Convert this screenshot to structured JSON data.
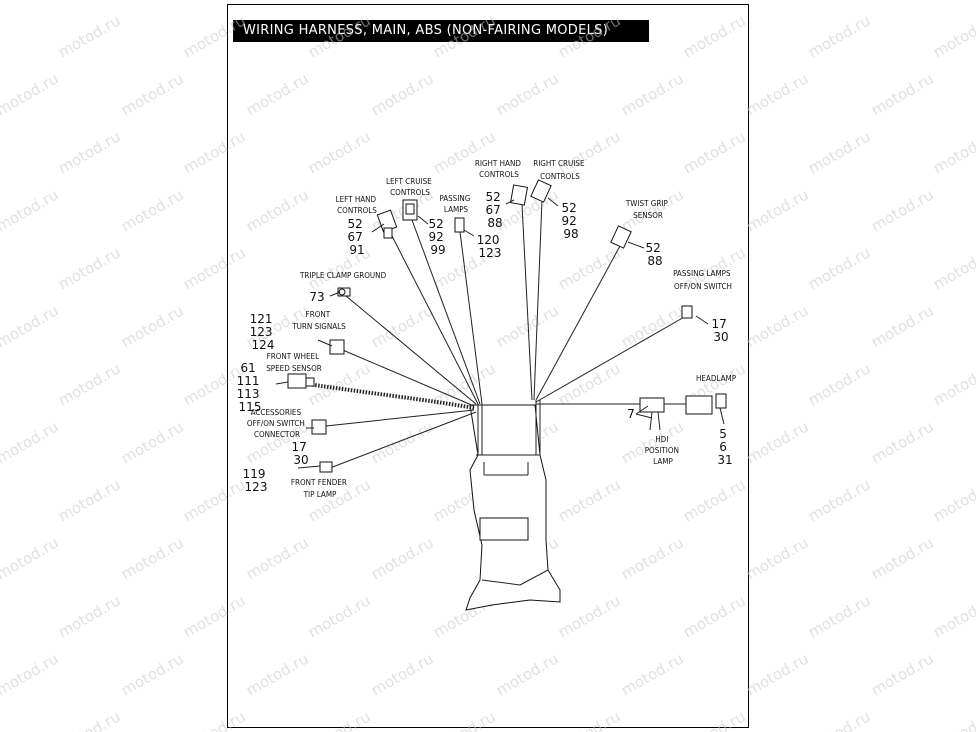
{
  "title": "WIRING HARNESS, MAIN, ABS (NON-FAIRING MODELS)",
  "watermark": "motod.ru",
  "labels": {
    "left_hand_controls": [
      "LEFT HAND",
      "CONTROLS"
    ],
    "left_cruise_controls": [
      "LEFT CRUISE",
      "CONTROLS"
    ],
    "passing_lamps": [
      "PASSING",
      "LAMPS"
    ],
    "right_hand_controls": [
      "RIGHT HAND",
      "CONTROLS"
    ],
    "right_cruise_controls": [
      "RIGHT CRUISE",
      "CONTROLS"
    ],
    "twist_grip_sensor": [
      "TWIST GRIP",
      "SENSOR"
    ],
    "triple_clamp_ground": [
      "TRIPLE CLAMP GROUND"
    ],
    "passing_lamps_switch": [
      "PASSING LAMPS",
      "OFF/ON SWITCH"
    ],
    "front_turn_signals": [
      "FRONT",
      "TURN SIGNALS"
    ],
    "front_wheel_speed_sensor": [
      "FRONT WHEEL",
      "SPEED SENSOR"
    ],
    "headlamp": [
      "HEADLAMP"
    ],
    "accessories_switch": [
      "ACCESSORIES",
      "OFF/ON SWITCH",
      "CONNECTOR"
    ],
    "hdi_position_lamp": [
      "HDI",
      "POSITION",
      "LAMP"
    ],
    "front_fender_tip_lamp": [
      "FRONT FENDER",
      "TIP LAMP"
    ]
  },
  "callouts": {
    "left_hand_controls": [
      "52",
      "67",
      "91"
    ],
    "left_cruise_controls": [
      "52",
      "92",
      "99"
    ],
    "passing_lamps": [
      "120",
      "123"
    ],
    "right_hand_controls": [
      "52",
      "67",
      "88"
    ],
    "right_cruise_controls": [
      "52",
      "92",
      "98"
    ],
    "twist_grip_sensor": [
      "52",
      "88"
    ],
    "triple_clamp_ground": [
      "73"
    ],
    "passing_lamps_switch": [
      "17",
      "30"
    ],
    "front_turn_signals": [
      "121",
      "123",
      "124"
    ],
    "front_wheel_speed_sensor": [
      "61",
      "111",
      "113",
      "115"
    ],
    "headlamp": [
      "5",
      "6",
      "31"
    ],
    "hdi_position_lamp": [
      "7"
    ],
    "accessories_switch": [
      "17",
      "30"
    ],
    "front_fender_tip_lamp": [
      "119",
      "123"
    ]
  }
}
